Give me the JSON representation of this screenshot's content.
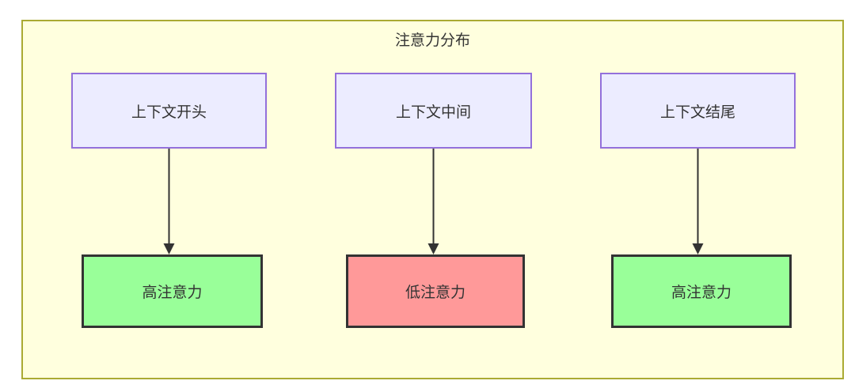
{
  "diagram": {
    "title": "注意力分布",
    "top_nodes": [
      {
        "id": "context-start",
        "label": "上下文开头"
      },
      {
        "id": "context-middle",
        "label": "上下文中间"
      },
      {
        "id": "context-end",
        "label": "上下文结尾"
      }
    ],
    "bottom_nodes": [
      {
        "id": "attention-high-left",
        "label": "高注意力",
        "level": "high"
      },
      {
        "id": "attention-low-middle",
        "label": "低注意力",
        "level": "low"
      },
      {
        "id": "attention-high-right",
        "label": "高注意力",
        "level": "high"
      }
    ],
    "edges": [
      {
        "from": "上下文开头",
        "to": "高注意力"
      },
      {
        "from": "上下文中间",
        "to": "低注意力"
      },
      {
        "from": "上下文结尾",
        "to": "高注意力"
      }
    ],
    "colors": {
      "container_bg": "#FFFFDE",
      "container_border": "#AAAA33",
      "context_node_bg": "#ECECFF",
      "context_node_border": "#9370DB",
      "high_attention_bg": "#99FF99",
      "low_attention_bg": "#FF9999",
      "result_node_border": "#333333",
      "arrow": "#333333",
      "text": "#333333"
    }
  }
}
